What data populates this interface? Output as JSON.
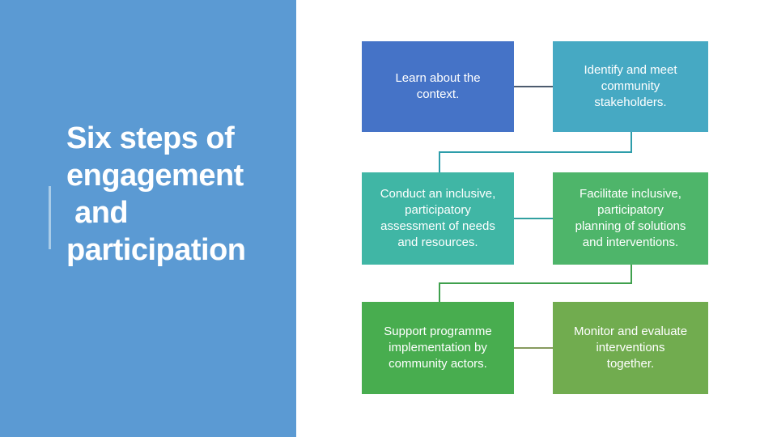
{
  "panel": {
    "color": "#5B9AD3",
    "accent_color": "#A9CCE8",
    "title": "Six steps of\nengagement\n and\nparticipation",
    "title_color": "#FFFFFF"
  },
  "diagram": {
    "boxes": [
      {
        "id": "step-1",
        "text": "Learn about the\ncontext.",
        "color": "#4573C7"
      },
      {
        "id": "step-2",
        "text": "Identify and meet\ncommunity\nstakeholders.",
        "color": "#46A9C3"
      },
      {
        "id": "step-3",
        "text": "Conduct an inclusive,\nparticipatory\nassessment of needs\nand resources.",
        "color": "#40B6A5"
      },
      {
        "id": "step-4",
        "text": "Facilitate inclusive,\nparticipatory\nplanning of solutions\nand interventions.",
        "color": "#4EB56A"
      },
      {
        "id": "step-5",
        "text": "Support programme\nimplementation by\ncommunity actors.",
        "color": "#48AD4F"
      },
      {
        "id": "step-6",
        "text": "Monitor and evaluate\ninterventions\ntogether.",
        "color": "#71AC4F"
      }
    ],
    "connectors": {
      "row1_link_color": "#4C5B6E",
      "row1_to_row2_color": "#2D9DAA",
      "row2_link_color": "#31A0A0",
      "row2_to_row3_color": "#3FA04D",
      "row3_link_color": "#879A5E"
    }
  }
}
